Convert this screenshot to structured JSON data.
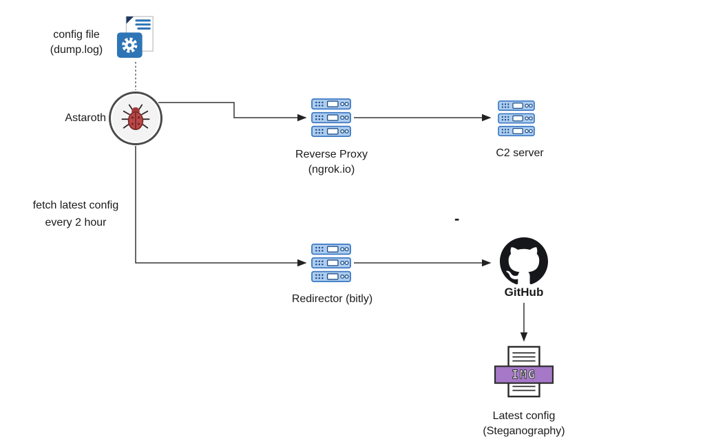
{
  "nodes": {
    "config_file": {
      "line1": "config file",
      "line2": "(dump.log)"
    },
    "astaroth": {
      "label": "Astaroth"
    },
    "reverse_proxy": {
      "line1": "Reverse Proxy",
      "line2": "(ngrok.io)"
    },
    "c2_server": {
      "label": "C2 server"
    },
    "redirector": {
      "label": "Redirector (bitly)"
    },
    "github": {
      "label": "GitHub"
    },
    "latest_config": {
      "line1": "Latest config",
      "line2": "(Steganography)"
    }
  },
  "annotations": {
    "fetch_line1": "fetch latest config",
    "fetch_line2": "every 2 hour",
    "dash": "-",
    "img_banner": "IMG"
  },
  "colors": {
    "server_blue": "#3b78c3",
    "server_fill": "#aecdef",
    "config_blue": "#2e75b6",
    "banner_purple": "#a678c8",
    "bug_red": "#b94a4a",
    "github_black": "#15171a",
    "line_dark": "#333333"
  }
}
